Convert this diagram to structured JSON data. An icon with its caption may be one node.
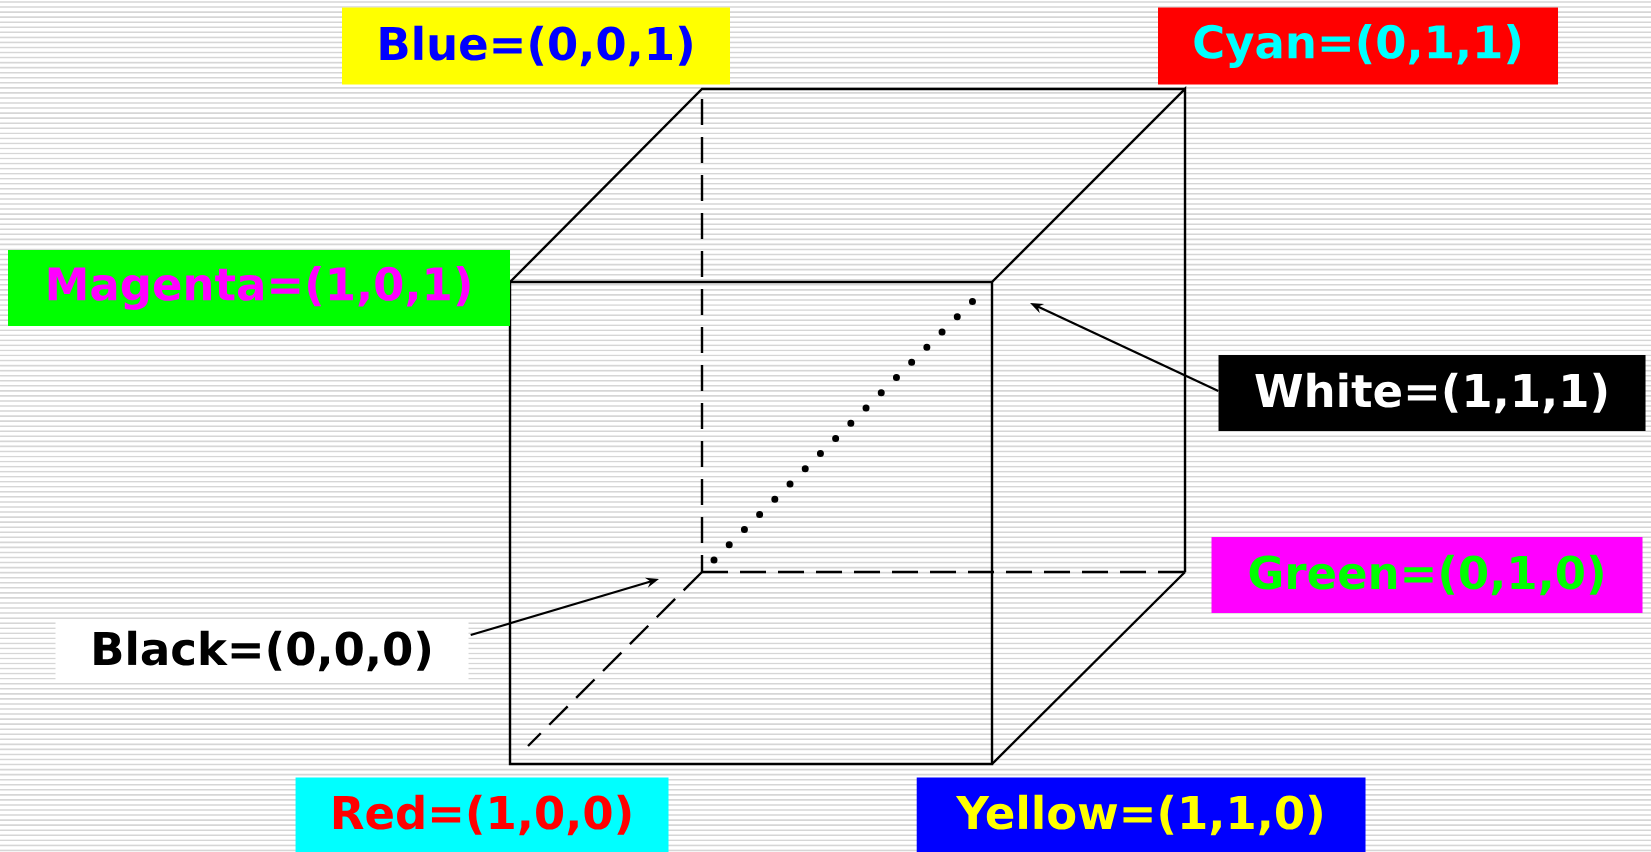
{
  "diagram": {
    "nodes": [
      {
        "text": [
          "Blue=(0,0,1)"
        ]
      },
      {
        "text": [
          "Cyan=(0,1,1)"
        ]
      },
      {
        "text": [
          "Magenta=(1,0,1)"
        ]
      },
      {
        "text": [
          "White=(1,1,1)"
        ]
      },
      {
        "text": [
          "Green=(0,1,0)"
        ]
      },
      {
        "text": [
          "Black=(0,0,0)"
        ]
      },
      {
        "text": [
          "Red=(1,0,0)"
        ]
      },
      {
        "text": [
          "Yellow=(1,1,0)"
        ]
      }
    ],
    "edges": [
      {
        "from": 3,
        "to": null,
        "arrow": "to"
      },
      {
        "from": 5,
        "to": null,
        "arrow": "to"
      }
    ]
  }
}
